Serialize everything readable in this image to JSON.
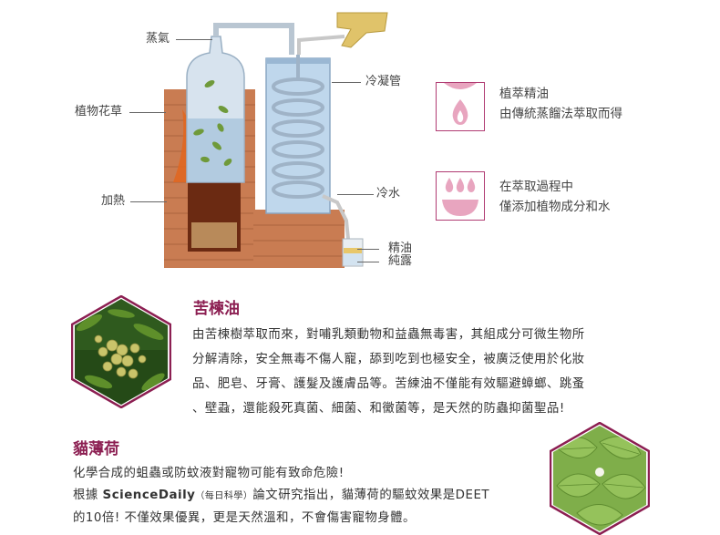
{
  "diagram": {
    "labels": {
      "steam": "蒸氣",
      "plant": "植物花草",
      "heat": "加熱",
      "condenser": "冷凝管",
      "cold_water": "冷水",
      "essential_oil": "精油",
      "hydrosol": "純露"
    }
  },
  "features": [
    {
      "icon": "flame-drop-icon",
      "lines": [
        "植萃精油",
        "由傳統蒸餾法萃取而得"
      ]
    },
    {
      "icon": "droplets-icon",
      "lines": [
        "在萃取過程中",
        "僅添加植物成分和水"
      ]
    }
  ],
  "neem": {
    "title": "苦楝油",
    "lines": [
      "由苦楝樹萃取而來，對哺乳類動物和益蟲無毒害，其組成分可微生物所",
      "分解清除，安全無毒不傷人寵，舔到吃到也極安全，被廣泛使用於化妝",
      "品、肥皂、牙膏、護髮及護膚品等。苦練油不僅能有效驅避蟑螂、跳蚤",
      "、壁蝨，還能殺死真菌、細菌、和黴菌等，是天然的防蟲抑菌聖品!"
    ]
  },
  "catnip": {
    "title": "貓薄荷",
    "line1": "化學合成的蛆蟲或防蚊液對寵物可能有致命危險!",
    "line2_pre": "根據 ",
    "line2_source": "ScienceDaily",
    "line2_note": "（每日科學）",
    "line2_post": "論文研究指出，貓薄荷的驅蚊效果是DEET",
    "line3": "的10倍! 不僅效果優異，更是天然溫和，不會傷害寵物身體。"
  },
  "colors": {
    "accent": "#8c1f52",
    "icon_pink": "#e8a5bf"
  }
}
